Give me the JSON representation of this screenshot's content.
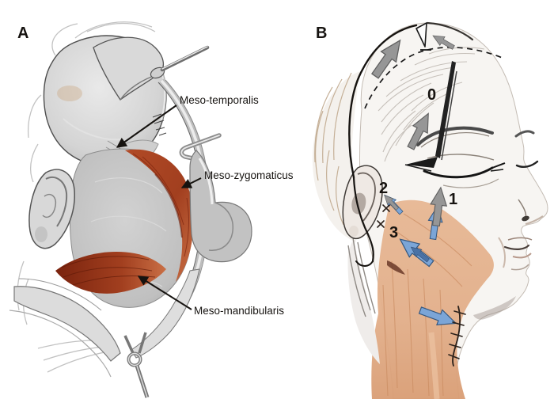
{
  "figure": {
    "type": "surgical-anatomy-illustration",
    "panel_a": {
      "label": "A",
      "annotations": {
        "temporalis": "Meso-temporalis",
        "zygomaticus": "Meso-zygomaticus",
        "mandibularis": "Meso-mandibularis"
      }
    },
    "panel_b": {
      "label": "B",
      "markers": {
        "m0": "0",
        "m1": "1",
        "m2": "2",
        "m3": "3"
      }
    }
  },
  "colors": {
    "arrow-blue": "#7ba5d7",
    "arrow-blue-dark": "#33567e",
    "arrow-blue-deep": "#4a72a6",
    "arrow-gray": "#969696",
    "arrow-gray-dark": "#606060",
    "muscle-red": "#a23f1f",
    "muscle-red-dark": "#7a230e",
    "muscle-red-light": "#c96f45",
    "skin-tan": "#e2ae89",
    "skin-tan-deep": "#cd8a60",
    "ink": "#161310"
  }
}
